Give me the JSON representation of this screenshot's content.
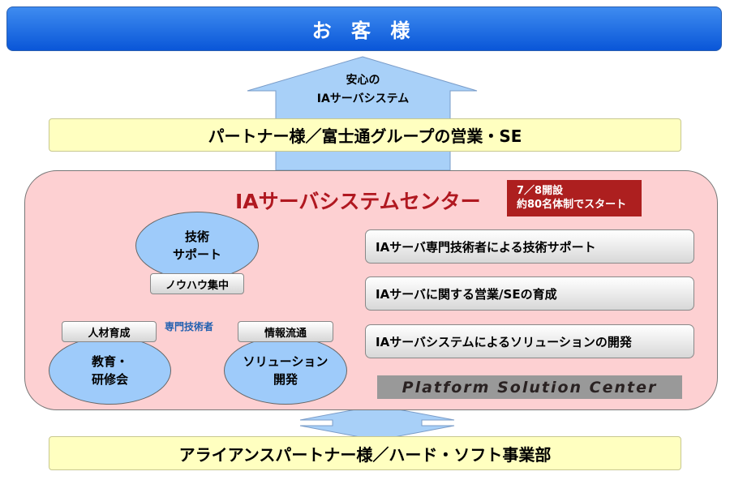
{
  "customer": "お 客 様",
  "up_arrow": {
    "line1": "安心の",
    "line2": "IAサーバシステム"
  },
  "partner_bar": "パートナー様／富士通グループの営業・SE",
  "center": {
    "title": "IAサーバシステムセンター",
    "badge": {
      "line1": "7／8開設",
      "line2": "約80名体制でスタート"
    },
    "cycle": {
      "top": {
        "line1": "技術",
        "line2": "サポート",
        "label": "ノウハウ集中"
      },
      "left": {
        "line1": "教育・",
        "line2": "研修会",
        "label": "人材育成"
      },
      "right": {
        "line1": "ソリューション",
        "line2": "開発",
        "label": "情報流通"
      },
      "middle": "専門技術者"
    },
    "features": [
      "IAサーバ専門技術者による技術サポート",
      "IAサーバに関する営業/SEの育成",
      "IAサーバシステムによるソリューションの開発"
    ],
    "brand": "Platform Solution Center"
  },
  "alliance_bar": "アライアンスパートナー様／ハード・ソフト事業部",
  "colors": {
    "blue": "#0a56d8",
    "pink": "#fdd0d2",
    "yellow": "#ffffc0",
    "red": "#b01820",
    "arrow": "#f06090"
  }
}
